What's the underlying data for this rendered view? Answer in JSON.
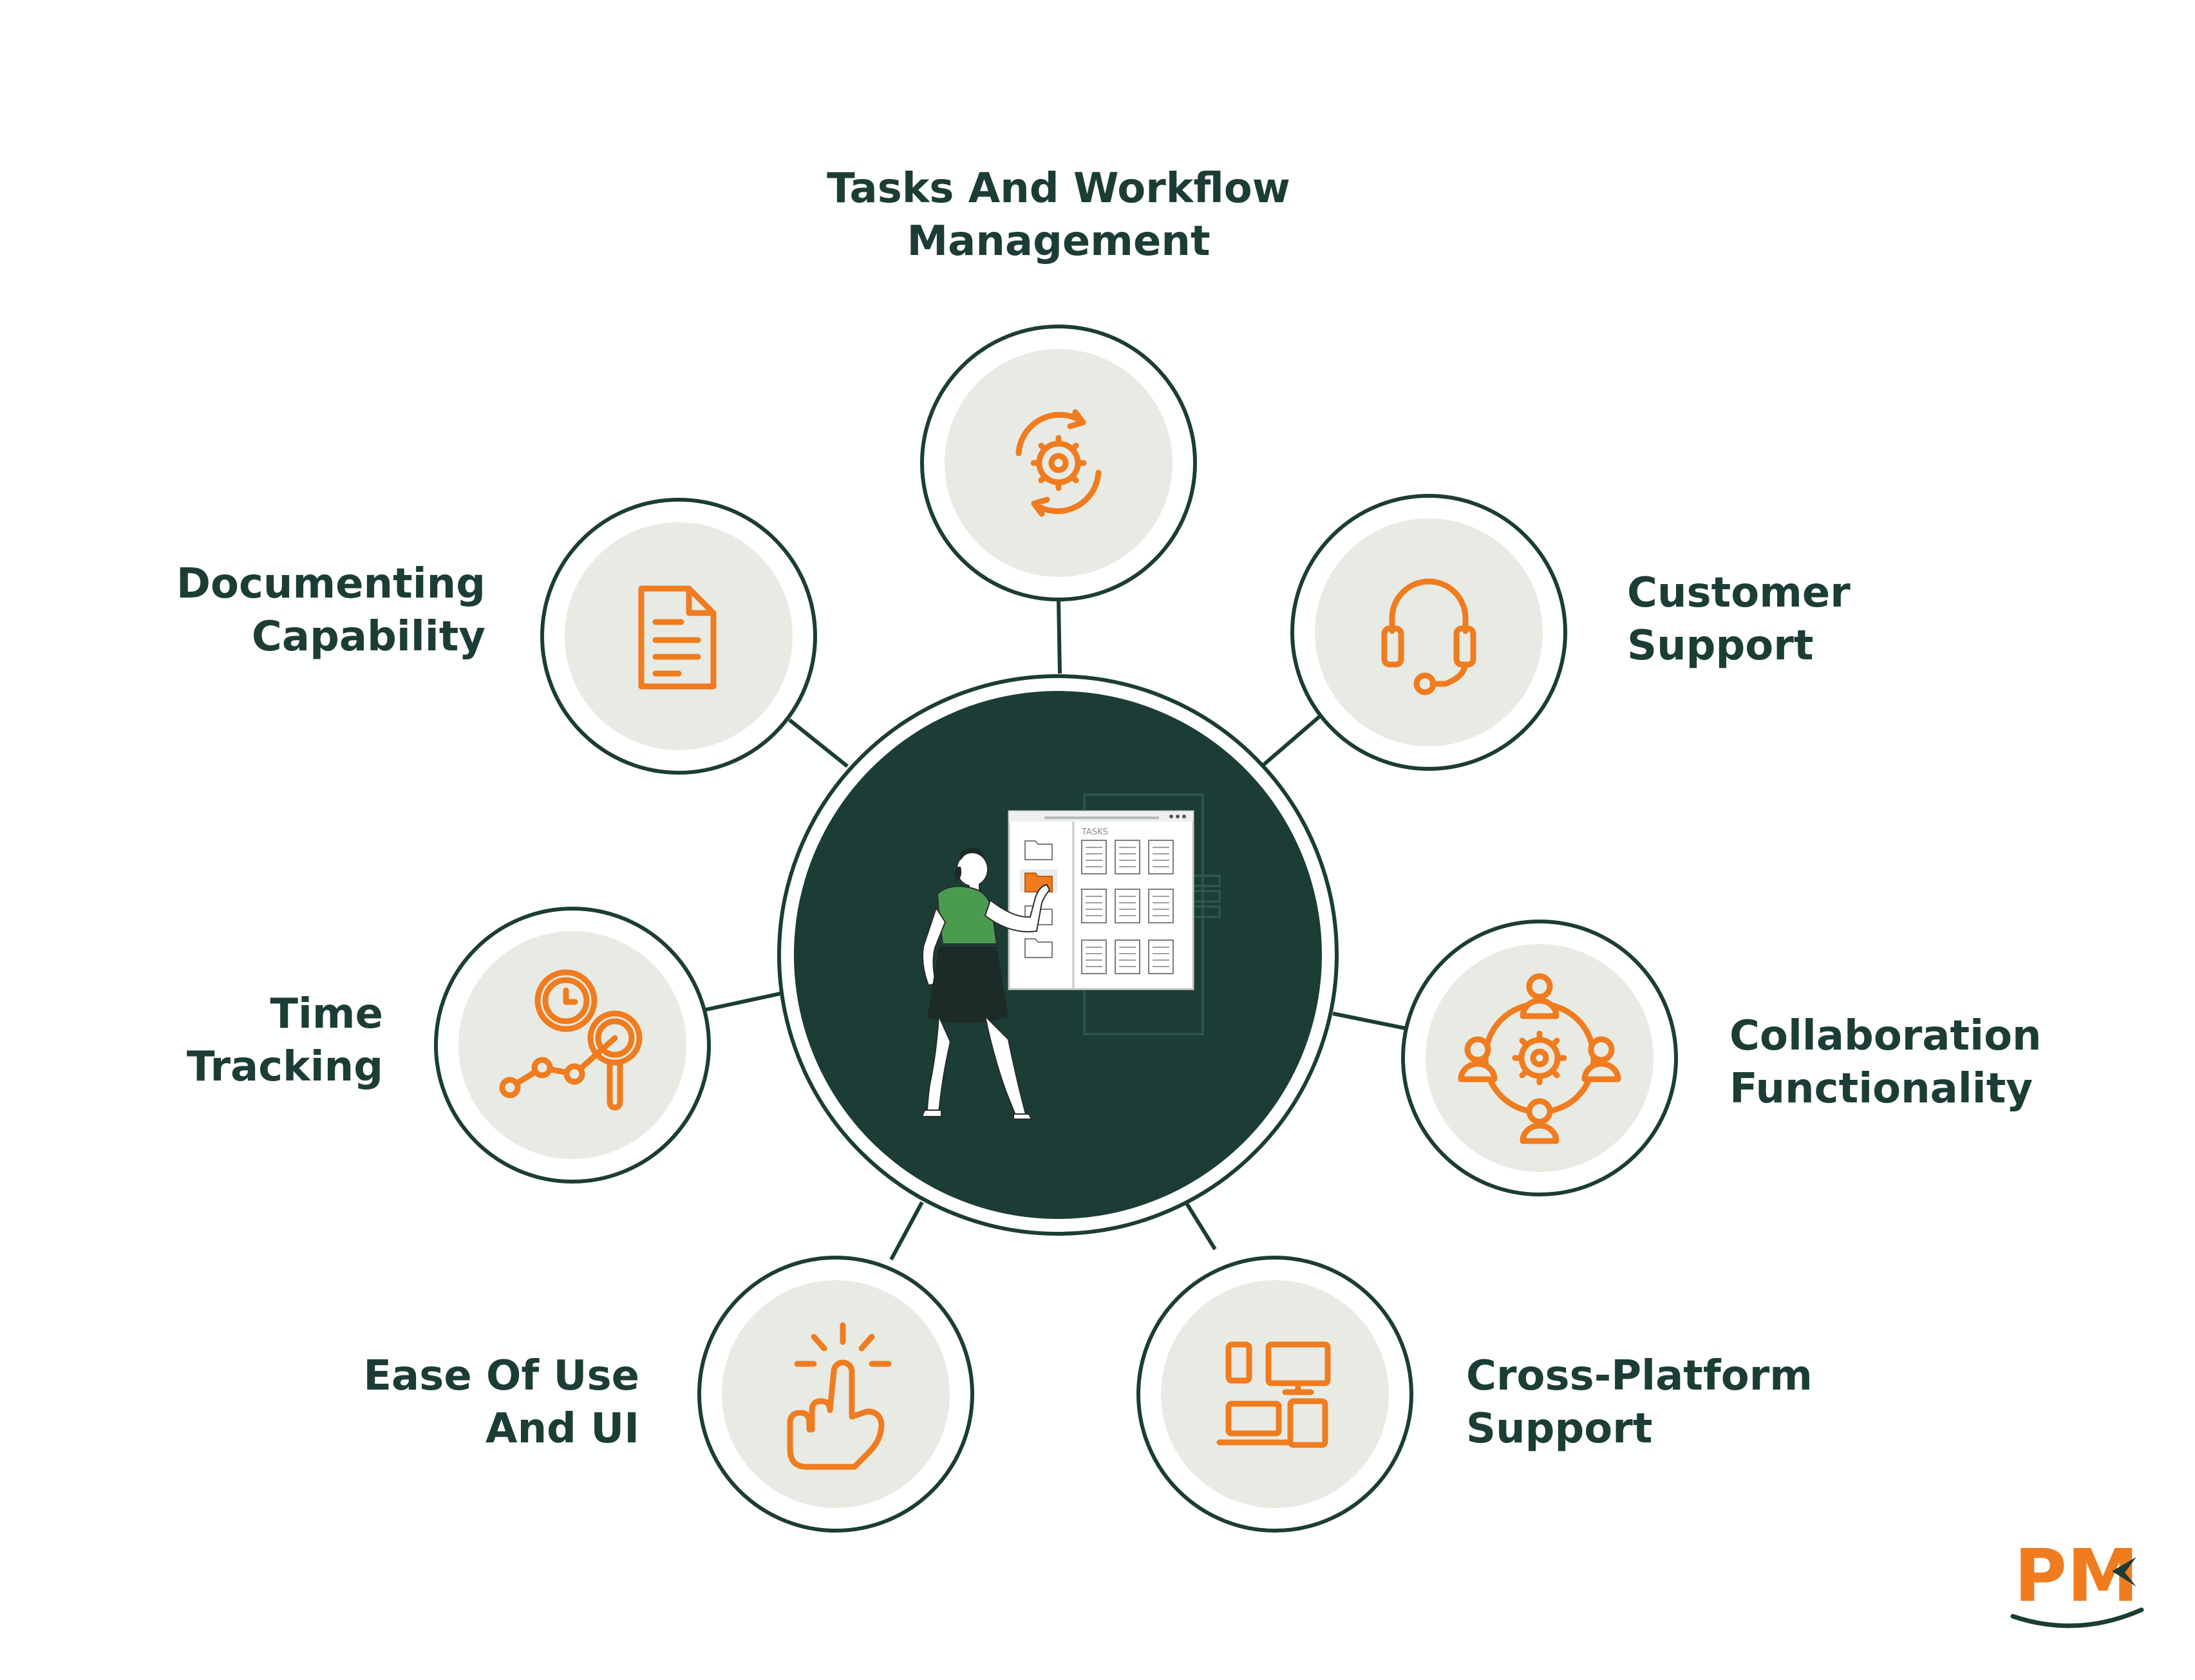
{
  "center": {
    "illustration": "person-organizing-task-board",
    "board_title": "TASKS"
  },
  "features": [
    {
      "id": "tasks",
      "icon": "gear-cycle-icon",
      "line1": "Tasks And Workflow",
      "line2": "Management"
    },
    {
      "id": "customer-support",
      "icon": "headset-icon",
      "line1": "Customer",
      "line2": "Support"
    },
    {
      "id": "collaboration",
      "icon": "team-gear-icon",
      "line1": "Collaboration",
      "line2": "Functionality"
    },
    {
      "id": "cross-platform",
      "icon": "devices-icon",
      "line1": "Cross-Platform",
      "line2": "Support"
    },
    {
      "id": "ease-of-use",
      "icon": "tap-finger-icon",
      "line1": "Ease Of Use",
      "line2": "And UI"
    },
    {
      "id": "time-tracking",
      "icon": "clock-search-icon",
      "line1": "Time",
      "line2": "Tracking"
    },
    {
      "id": "documenting",
      "icon": "document-icon",
      "line1": "Documenting",
      "line2": "Capability"
    }
  ],
  "logo": {
    "text": "PM"
  },
  "colors": {
    "dark_green": "#1c3d35",
    "orange": "#f07c1f",
    "circle_fill": "#e8ebe4",
    "shirt_green": "#4a9b50"
  }
}
